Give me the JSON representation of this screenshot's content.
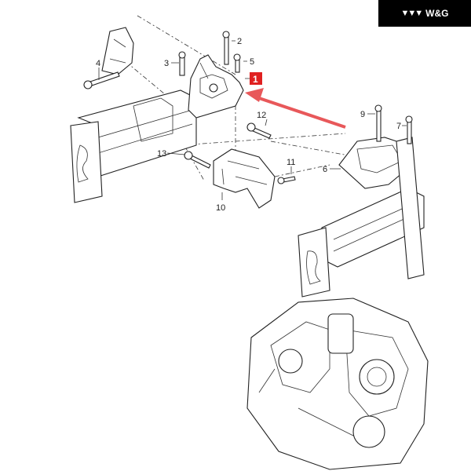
{
  "logo": {
    "mark": "▼▼▼",
    "text": "W&G"
  },
  "diagram": {
    "highlight_color": "#e02020",
    "arrow_color": "#e8585a",
    "callouts": {
      "c1": "1",
      "c2": "2",
      "c3": "3",
      "c4": "4",
      "c5": "5",
      "c6": "6",
      "c7": "7",
      "c9": "9",
      "c10": "10",
      "c11": "11",
      "c12": "12",
      "c13": "13"
    }
  }
}
